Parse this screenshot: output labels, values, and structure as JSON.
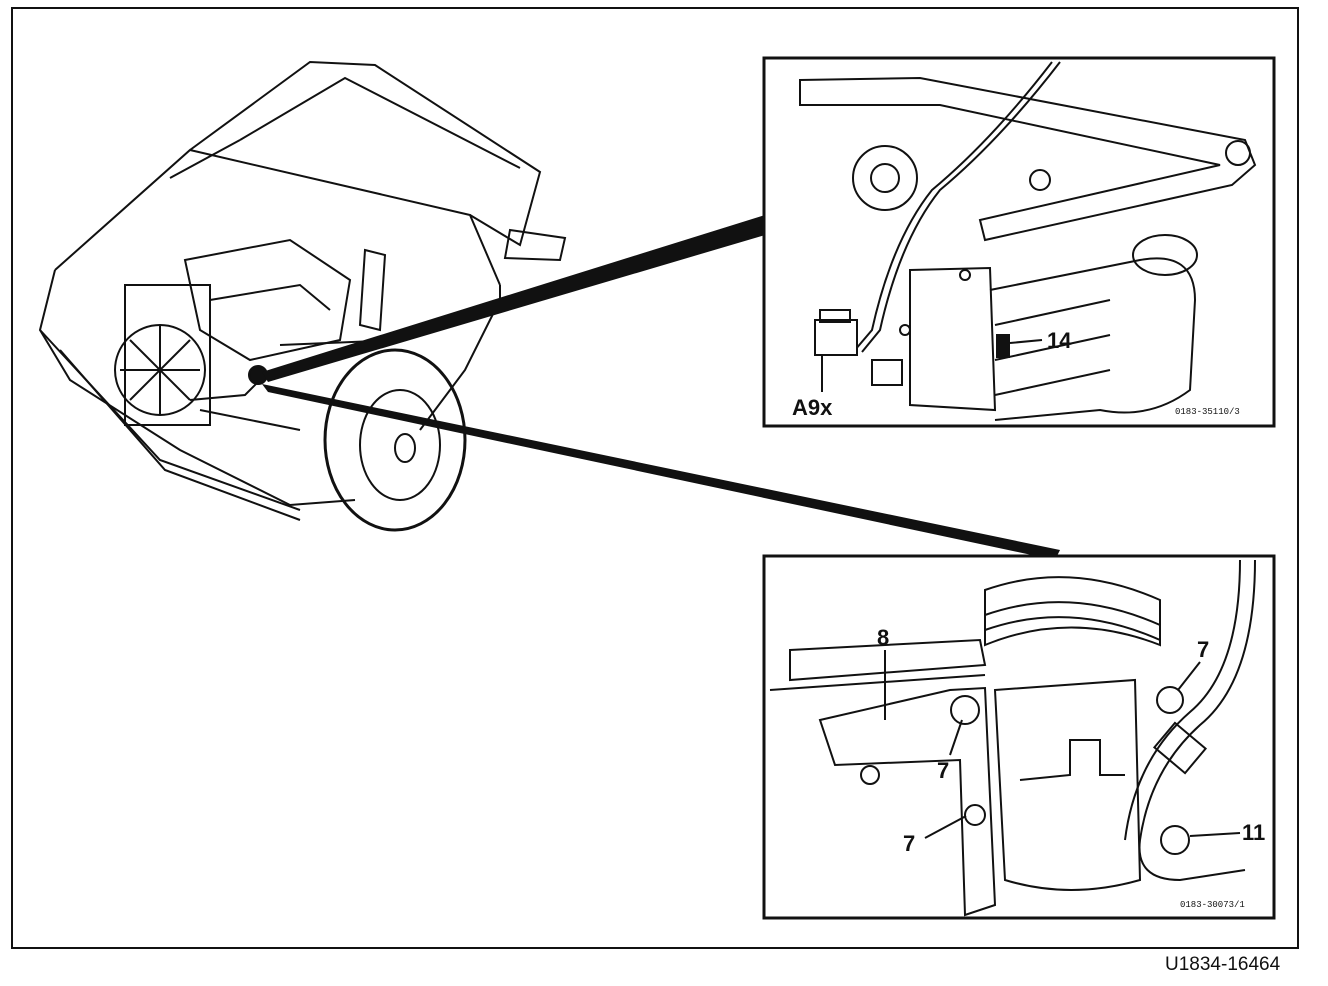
{
  "figure_id": "U1834-16464",
  "detail_top": {
    "callouts": [
      {
        "text": "A9x"
      },
      {
        "text": "14"
      }
    ],
    "code": "0183-35110/3"
  },
  "detail_bottom": {
    "callouts": [
      {
        "text": "8"
      },
      {
        "text": "7"
      },
      {
        "text": "7"
      },
      {
        "text": "7"
      },
      {
        "text": "11"
      }
    ],
    "code": "0183-30073/1"
  },
  "colors": {
    "ink": "#111111",
    "paper": "#ffffff"
  }
}
